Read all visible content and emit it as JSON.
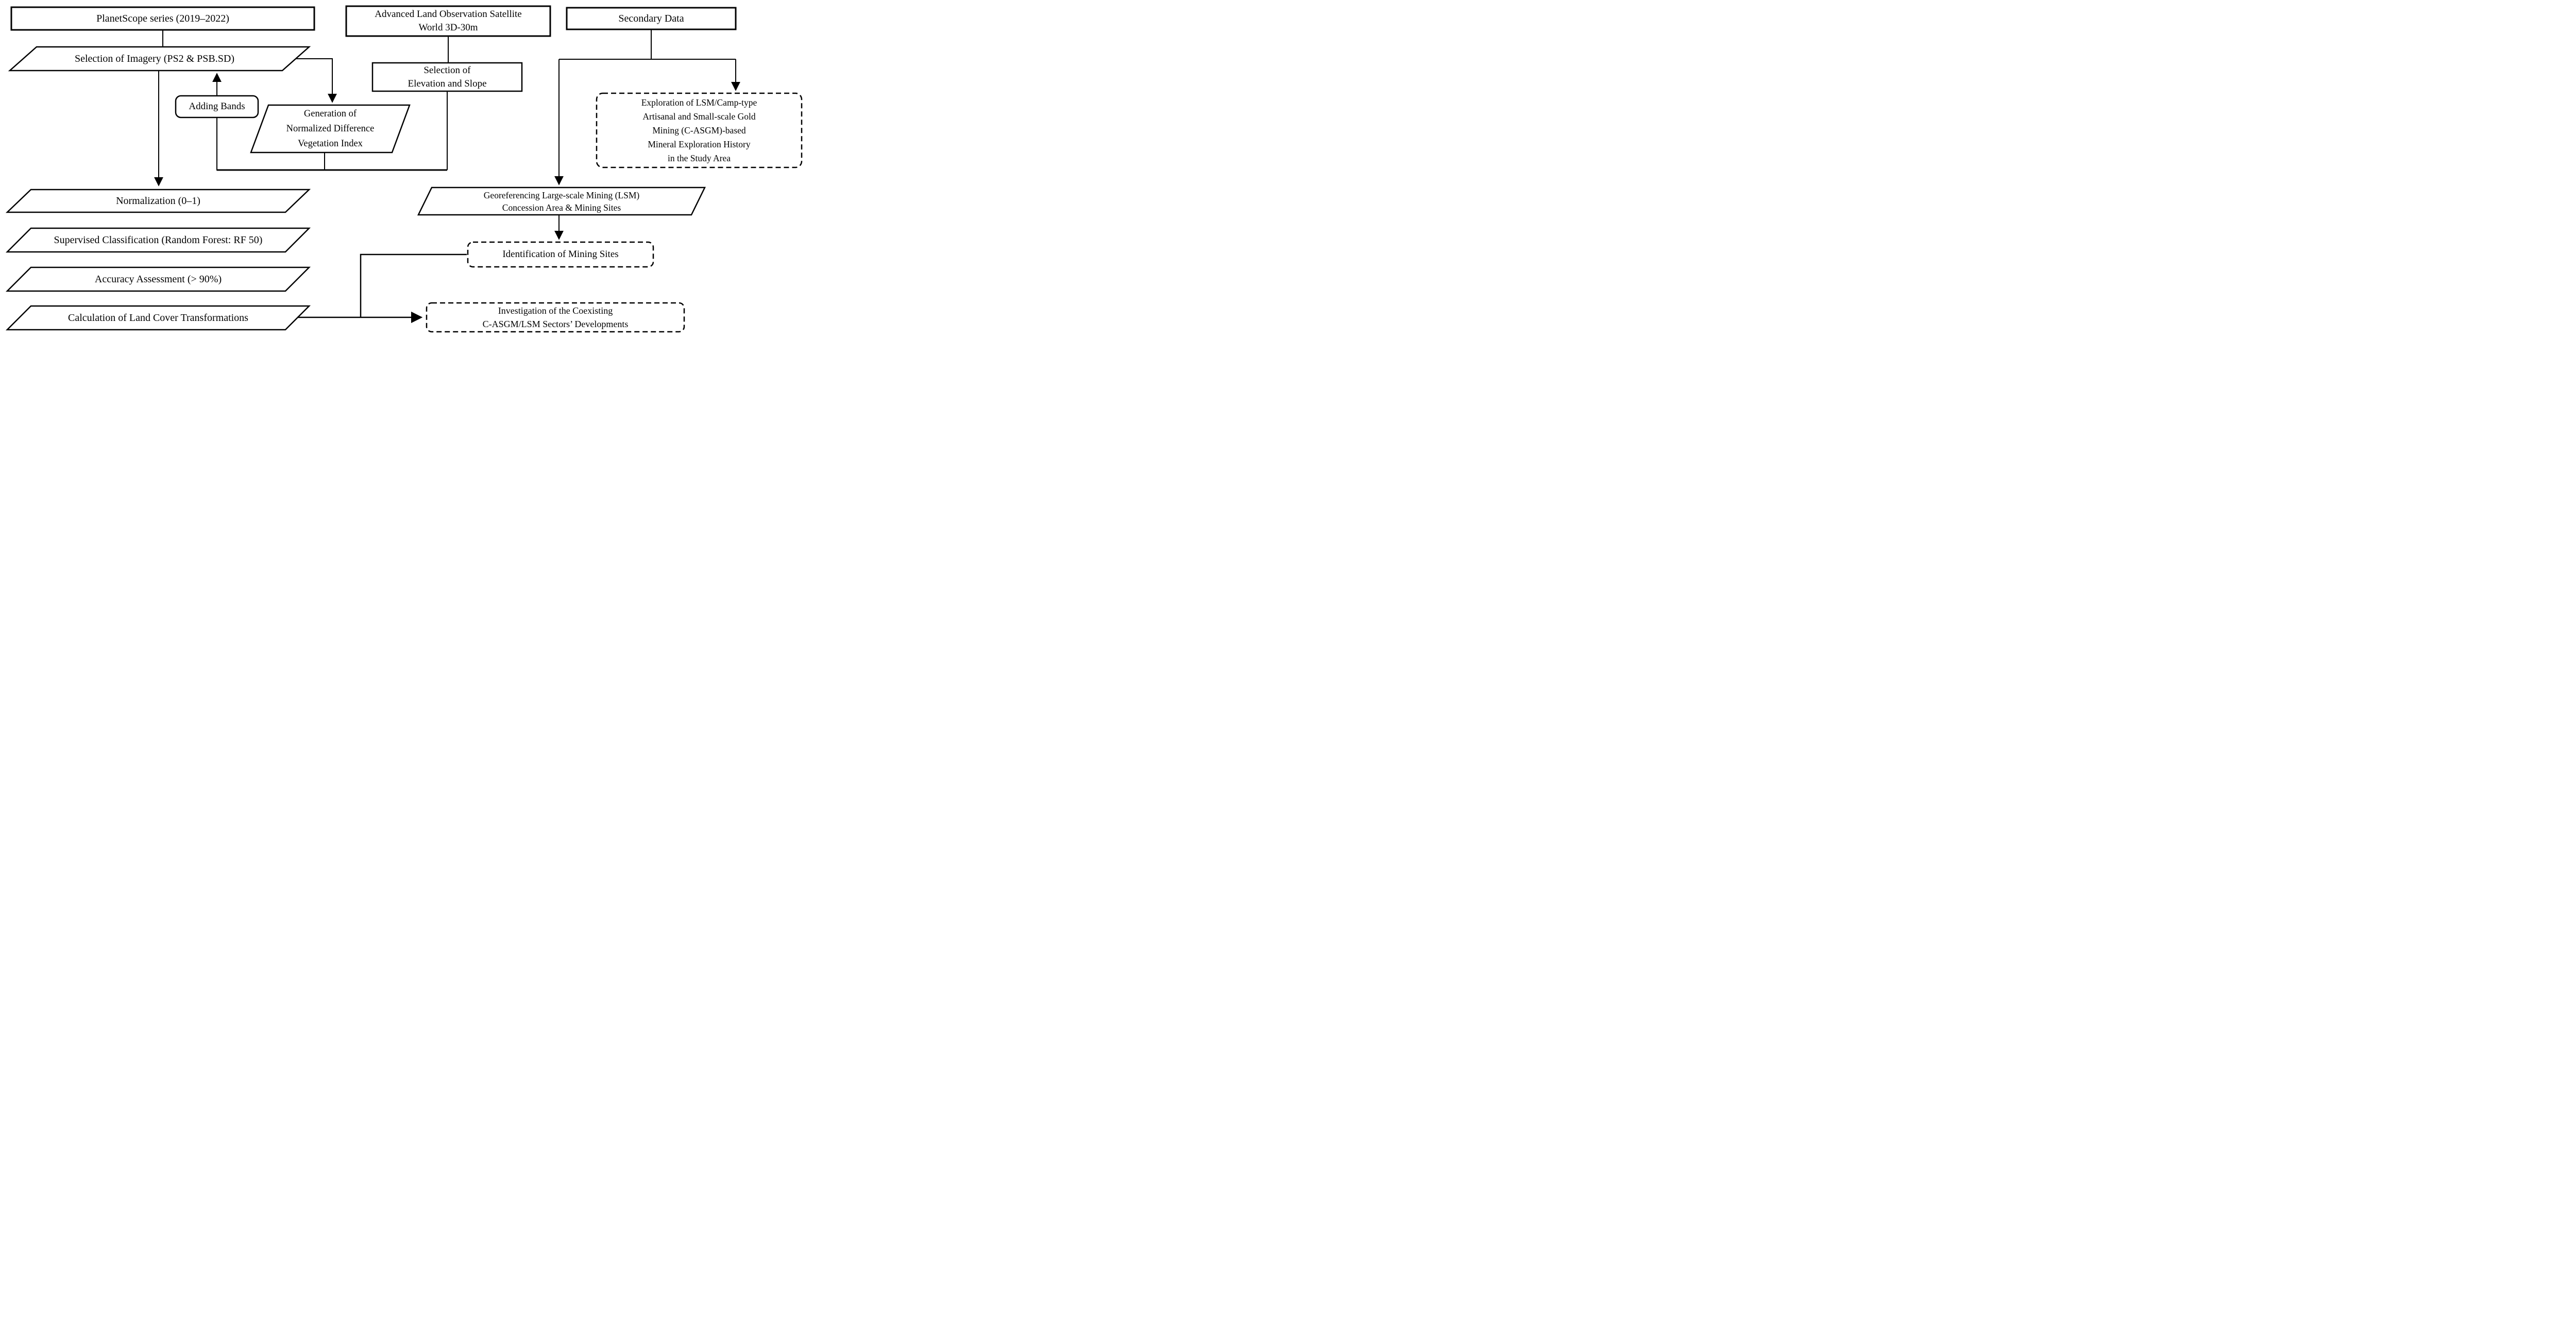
{
  "diagram": {
    "title": "Methodology flowchart for mining land-cover analysis",
    "colors": {
      "ink": "#000000",
      "paper": "#ffffff"
    },
    "nodes": {
      "planetscope": {
        "shape": "rectangle",
        "label": "PlanetScope series (2019–2022)"
      },
      "selection_imagery": {
        "shape": "parallelogram",
        "label": "Selection of Imagery (PS2 & PSB.SD)"
      },
      "adding_bands": {
        "shape": "rounded-rectangle",
        "label": "Adding Bands"
      },
      "ndvi": {
        "shape": "parallelogram",
        "lines": [
          "Generation of",
          "Normalized Difference",
          "Vegetation Index"
        ]
      },
      "alos": {
        "shape": "rectangle",
        "lines": [
          "Advanced Land Observation Satellite",
          "World 3D-30m"
        ]
      },
      "selection_elevation": {
        "shape": "rectangle",
        "lines": [
          "Selection of",
          "Elevation and Slope"
        ]
      },
      "secondary_data": {
        "shape": "rectangle",
        "label": "Secondary Data"
      },
      "exploration": {
        "shape": "dashed-rounded-box",
        "lines": [
          "Exploration of LSM/Camp-type",
          "Artisanal and Small-scale Gold",
          "Mining (C-ASGM)-based",
          "Mineral Exploration History",
          "in the Study Area"
        ]
      },
      "georeferencing": {
        "shape": "parallelogram",
        "lines": [
          "Georeferencing Large-scale Mining (LSM)",
          "Concession Area & Mining Sites"
        ]
      },
      "normalization": {
        "shape": "parallelogram",
        "label": "Normalization (0–1)"
      },
      "supervised": {
        "shape": "parallelogram",
        "label": "Supervised Classification (Random Forest: RF 50)"
      },
      "identification": {
        "shape": "dashed-rounded-box",
        "label": "Identification of Mining Sites"
      },
      "accuracy": {
        "shape": "parallelogram",
        "label": "Accuracy Assessment (> 90%)"
      },
      "calculation": {
        "shape": "parallelogram",
        "label": "Calculation of Land Cover Transformations"
      },
      "investigation": {
        "shape": "dashed-rounded-box",
        "lines": [
          "Investigation of the Coexisting",
          "C-ASGM/LSM Sectors’ Developments"
        ]
      }
    }
  }
}
